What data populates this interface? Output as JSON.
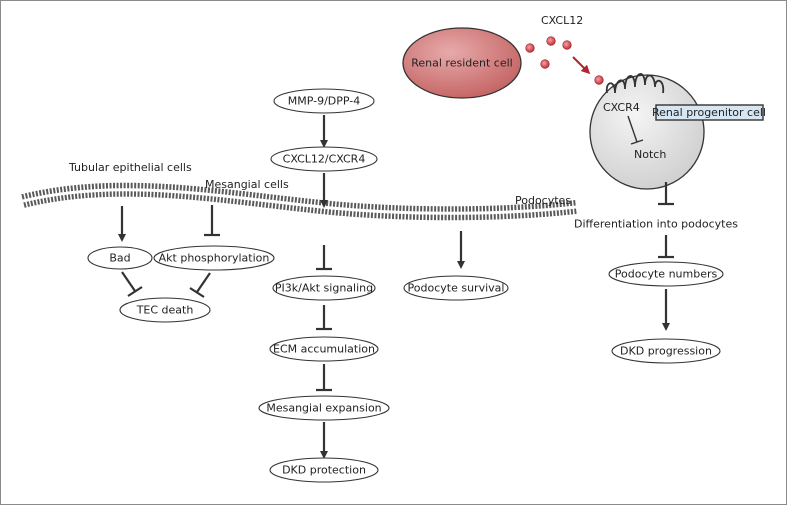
{
  "nodes": {
    "mmp9_dpp4": "MMP-9/DPP-4",
    "cxcl12_cxcr4": "CXCL12/CXCR4",
    "bad": "Bad",
    "akt_phosphorylation": "Akt phosphorylation",
    "tec_death": "TEC death",
    "pi3k_akt_signaling": "PI3k/Akt signaling",
    "ecm_accumulation": "ECM accumulation",
    "mesangial_expansion": "Mesangial expansion",
    "dkd_protection": "DKD protection",
    "podocyte_survival": "Podocyte survival",
    "podocyte_numbers": "Podocyte numbers",
    "dkd_progression": "DKD progression"
  },
  "labels": {
    "tubular_epithelial_cells": "Tubular epithelial cells",
    "mesangial_cells": "Mesangial cells",
    "podocytes": "Podocytes",
    "renal_resident_cell": "Renal resident cell",
    "cxcl12": "CXCL12",
    "cxcr4": "CXCR4",
    "renal_progenitor_cell": "Renal progenitor cell",
    "notch": "Notch",
    "differentiation_into_podocytes": "Differentiation into podocytes"
  },
  "colors": {
    "resident_cell_fill": "#c96a6a",
    "ligand_red": "#c0303a",
    "progenitor_cell_fill": "#dedede",
    "progenitor_label_fill": "#d6e6f3",
    "membrane": "#555555"
  }
}
